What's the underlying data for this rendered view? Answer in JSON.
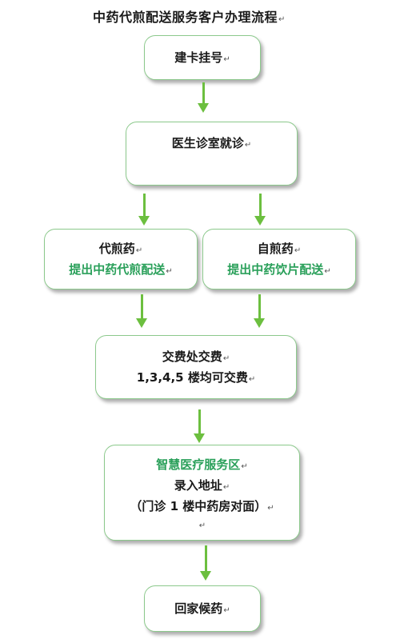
{
  "title": "中药代煎配送服务客户办理流程",
  "return_mark": "↵",
  "steps": {
    "register": {
      "line1": "建卡挂号"
    },
    "consult": {
      "line1": "医生诊室就诊"
    },
    "decoct_service": {
      "line1": "代煎药",
      "line2": "提出中药代煎配送"
    },
    "self_decoct": {
      "line1": "自煎药",
      "line2": "提出中药饮片配送"
    },
    "payment": {
      "line1": "交费处交费",
      "line2": "1,3,4,5 楼均可交费"
    },
    "service_area": {
      "line1": "智慧医疗服务区",
      "line2": "录入地址",
      "line3": "（门诊 1 楼中药房对面）"
    },
    "home": {
      "line1": "回家候药"
    }
  },
  "colors": {
    "border": "#8cc98c",
    "arrow": "#6cbf3f",
    "highlight_text": "#2aa05a"
  }
}
